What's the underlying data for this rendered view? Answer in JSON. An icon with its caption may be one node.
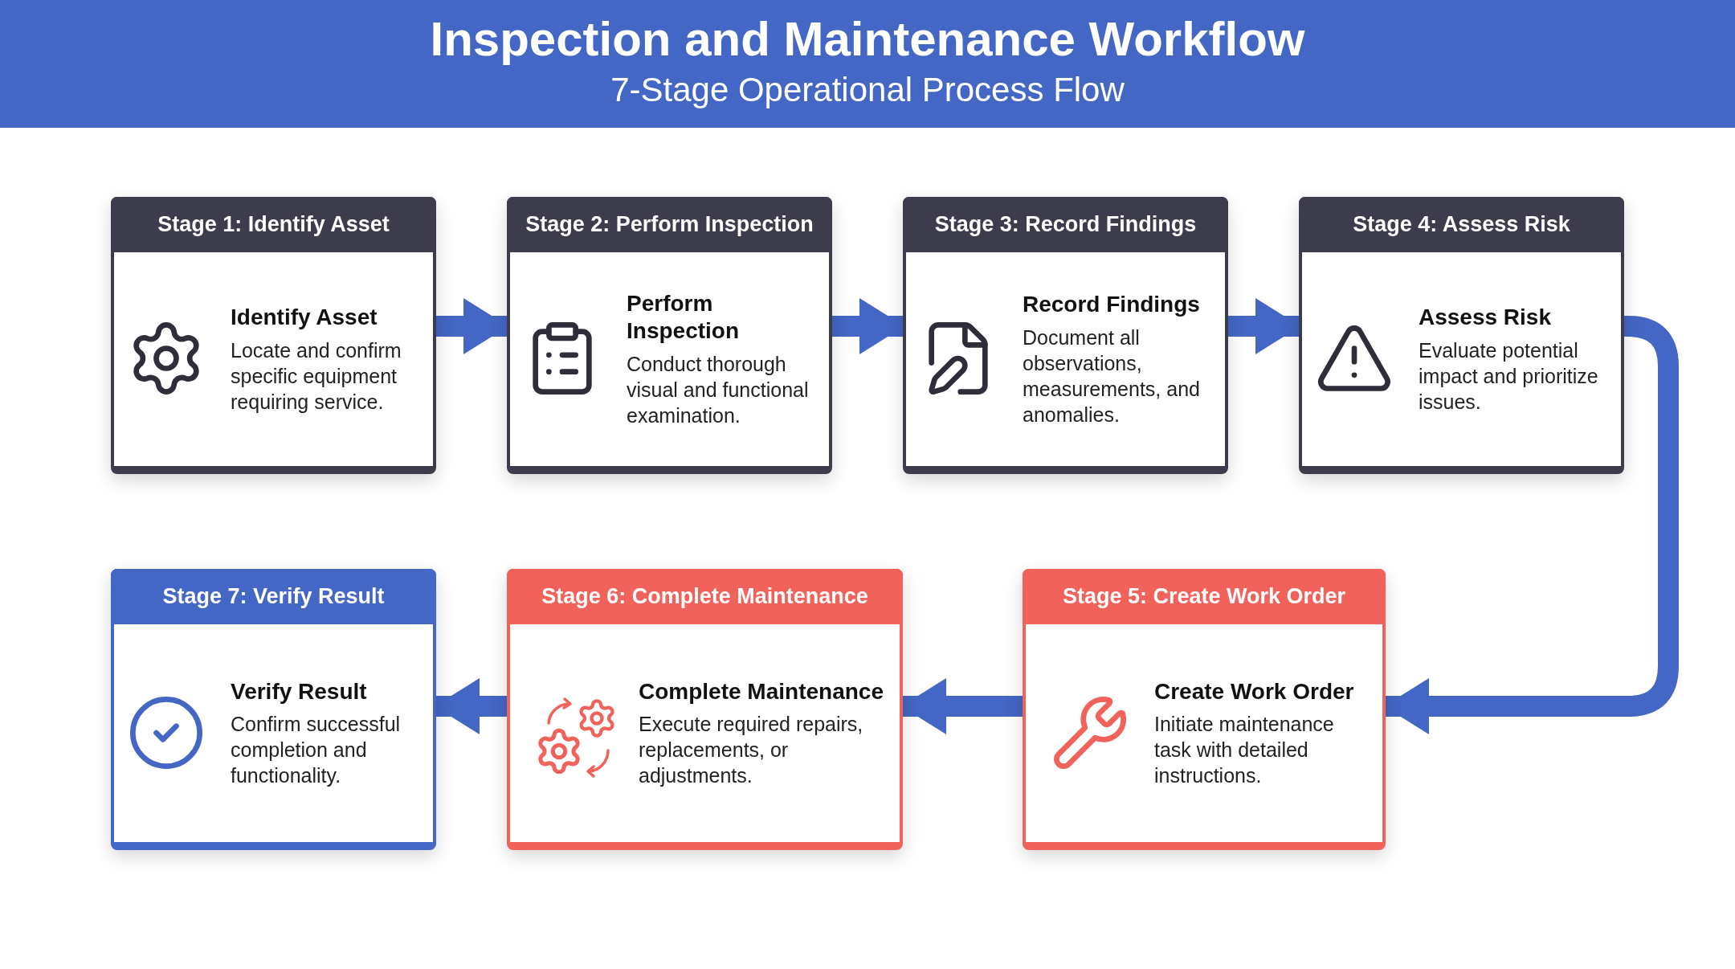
{
  "diagram": {
    "title": "Inspection and Maintenance Workflow",
    "caption": "7-Stage Operational Process Flow",
    "nodes": [
      {
        "text": [
          "Stage 1: Identify Asset",
          "Identify Asset",
          "Locate and confirm specific equipment requiring service."
        ]
      },
      {
        "text": [
          "Stage 2: Perform Inspection",
          "Perform Inspection",
          "Conduct thorough visual and functional examination."
        ]
      },
      {
        "text": [
          "Stage 3: Record Findings",
          "Record Findings",
          "Document all observations, measurements, and anomalies."
        ]
      },
      {
        "text": [
          "Stage 4: Assess Risk",
          "Assess Risk",
          "Evaluate potential impact and prioritize issues."
        ]
      },
      {
        "text": [
          "Stage 5: Create Work Order",
          "Create Work Order",
          "Initiate maintenance task with detailed instructions."
        ]
      },
      {
        "text": [
          "Stage 6: Complete Maintenance",
          "Complete Maintenance",
          "Execute required repairs, replacements, or adjustments."
        ]
      },
      {
        "text": [
          "Stage 7: Verify Result",
          "Verify Result",
          "Confirm successful completion and functionality."
        ]
      }
    ],
    "edges": [
      {
        "from": 0,
        "to": 1,
        "arrow": "to"
      },
      {
        "from": 1,
        "to": 2,
        "arrow": "to"
      },
      {
        "from": 2,
        "to": 3,
        "arrow": "to"
      },
      {
        "from": 3,
        "to": 4,
        "arrow": "to"
      },
      {
        "from": 4,
        "to": 5,
        "arrow": "to"
      },
      {
        "from": 5,
        "to": 6,
        "arrow": "to"
      }
    ]
  }
}
